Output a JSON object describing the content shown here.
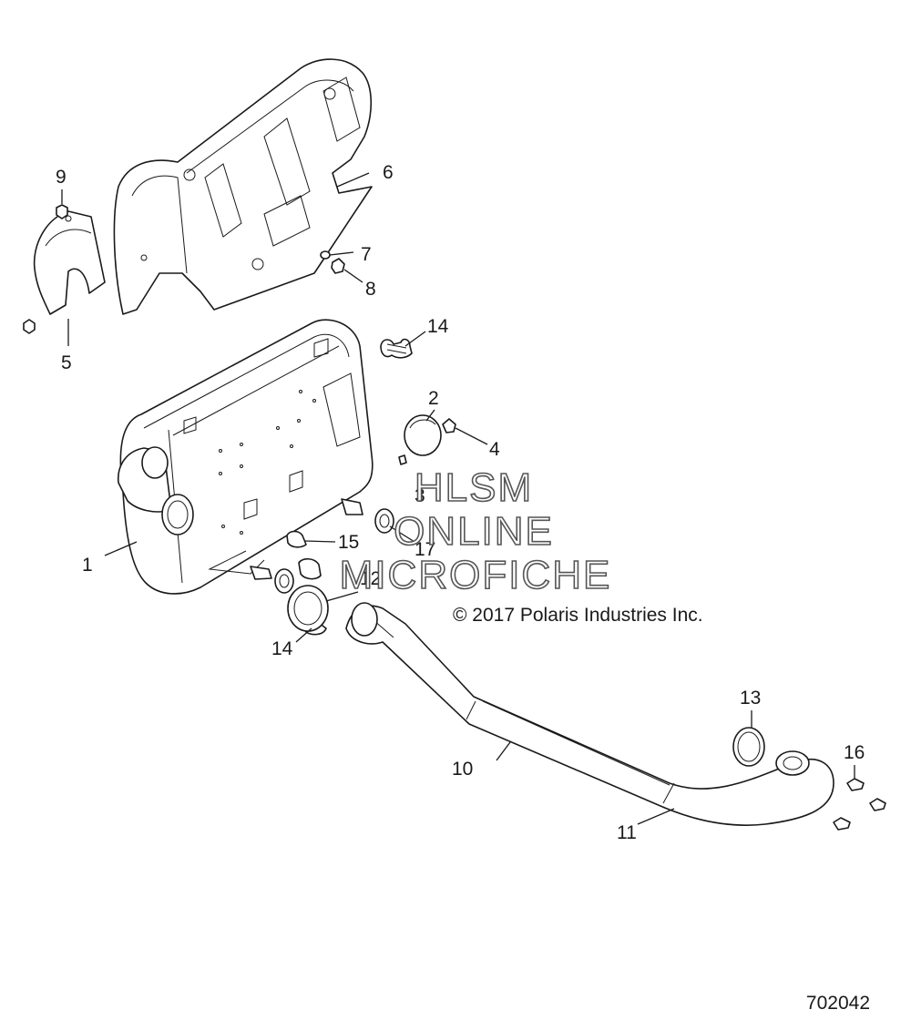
{
  "callouts": [
    "1",
    "2",
    "3",
    "4",
    "5",
    "6",
    "7",
    "8",
    "9",
    "10",
    "11",
    "12",
    "13",
    "14",
    "14",
    "15",
    "16",
    "17"
  ],
  "watermark": [
    "HLSM",
    "ONLINE",
    "MICROFICHE"
  ],
  "copyright": "© 2017 Polaris Industries Inc.",
  "document_number": "702042"
}
